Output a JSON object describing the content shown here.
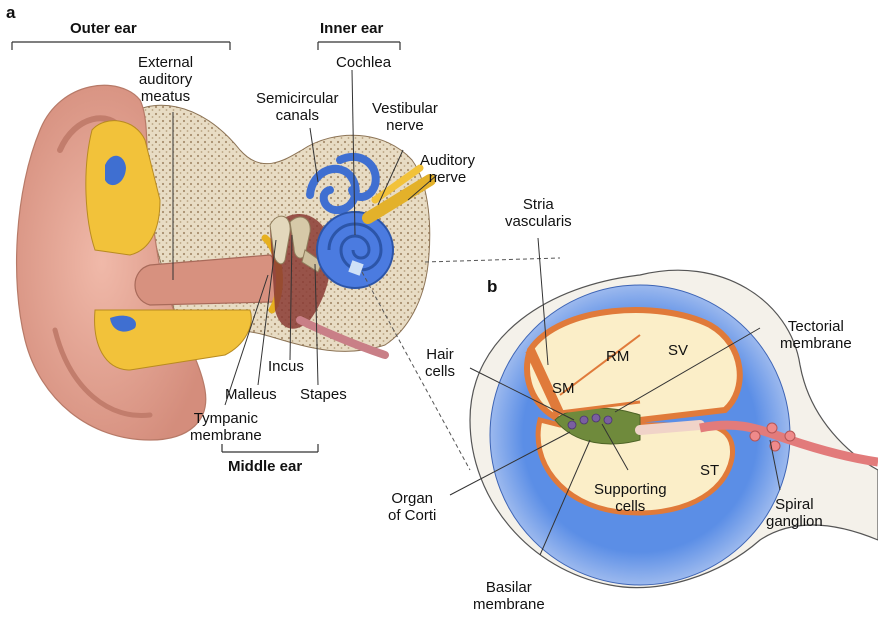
{
  "panels": {
    "a": "a",
    "b": "b"
  },
  "groups": {
    "outer_ear": "Outer ear",
    "inner_ear": "Inner ear",
    "middle_ear": "Middle ear"
  },
  "labels": {
    "external_auditory_meatus": "External\nauditory\nmeatus",
    "cochlea": "Cochlea",
    "semicircular_canals": "Semicircular\ncanals",
    "vestibular_nerve": "Vestibular\nnerve",
    "auditory_nerve": "Auditory\nnerve",
    "incus": "Incus",
    "malleus": "Malleus",
    "stapes": "Stapes",
    "tympanic_membrane": "Tympanic\nmembrane",
    "stria_vascularis": "Stria\nvascularis",
    "tectorial_membrane": "Tectorial\nmembrane",
    "hair_cells": "Hair\ncells",
    "rm": "RM",
    "sv": "SV",
    "sm": "SM",
    "st": "ST",
    "organ_of_corti": "Organ\nof Corti",
    "supporting_cells": "Supporting\ncells",
    "spiral_ganglion": "Spiral\nganglion",
    "basilar_membrane": "Basilar\nmembrane"
  },
  "colors": {
    "skin": "#e6a99a",
    "skin_dark": "#c98372",
    "bone": "#e8dcc4",
    "bone_dots": "#a88e6e",
    "cartilage": "#f2c23a",
    "fluid_blue": "#3f6fd1",
    "cochlea_blue": "#4b7be0",
    "outer_ring": "#5b8ee6",
    "outer_ring_light": "#b8cdef",
    "duct_orange": "#e07a3a",
    "duct_fill": "#fbeec8",
    "organ_green": "#6f8a3c",
    "nerve_pink": "#e27b7b",
    "ossicle": "#d6c9a8"
  }
}
